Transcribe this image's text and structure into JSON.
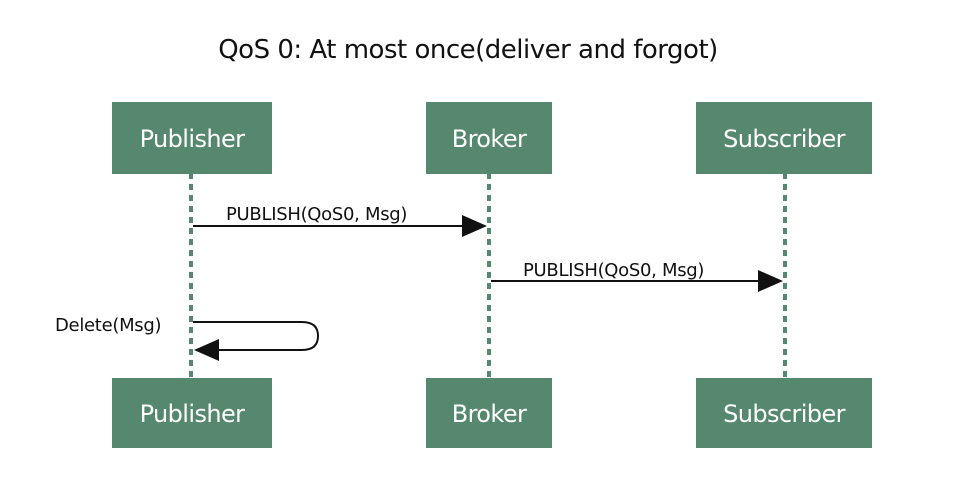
{
  "title": "QoS 0: At most once(deliver and forgot)",
  "colors": {
    "participant_fill": "#55886e",
    "participant_text": "#ffffff",
    "lifeline": "#55886e",
    "arrow": "#111111"
  },
  "participants": [
    {
      "id": "publisher",
      "label": "Publisher"
    },
    {
      "id": "broker",
      "label": "Broker"
    },
    {
      "id": "subscriber",
      "label": "Subscriber"
    }
  ],
  "messages": [
    {
      "from": "publisher",
      "to": "broker",
      "label": "PUBLISH(QoS0, Msg)"
    },
    {
      "from": "broker",
      "to": "subscriber",
      "label": "PUBLISH(QoS0, Msg)"
    },
    {
      "from": "publisher",
      "to": "publisher",
      "label": "Delete(Msg)"
    }
  ]
}
